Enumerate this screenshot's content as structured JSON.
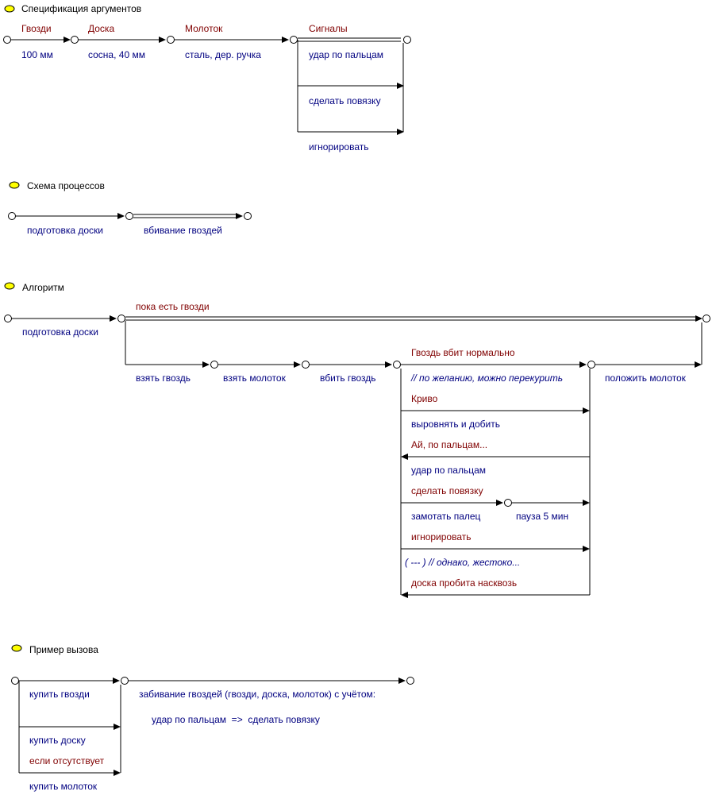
{
  "colors": {
    "heading": "#000000",
    "condition": "#800000",
    "process": "#000080",
    "marker": "#ffff00"
  },
  "spec": {
    "title": "Спецификация аргументов",
    "arg_gvozdi": "Гвозди",
    "arg_doska": "Доска",
    "arg_molotok": "Молоток",
    "arg_signals": "Сигналы",
    "val_gvozdi": "100 мм",
    "val_doska": "сосна, 40 мм",
    "val_molotok": "сталь, дер. ручка",
    "sig1": "удар по пальцам",
    "sig2": "сделать повязку",
    "sig3": "игнорировать"
  },
  "scheme": {
    "title": "Схема процессов",
    "step1": "подготовка доски",
    "step2": "вбивание гвоздей"
  },
  "algo": {
    "title": "Алгоритм",
    "prep": "подготовка доски",
    "loop": "пока есть гвозди",
    "take_nail": "взять гвоздь",
    "take_hammer": "взять молоток",
    "hit_nail": "вбить гвоздь",
    "cond_normal": "Гвоздь вбит нормально",
    "comment_smoke": "// по желанию, можно перекурить",
    "cond_crooked": "Криво",
    "straighten": "выровнять и добить",
    "cond_ouch": "Ай, по пальцам...",
    "finger_hit": "удар по пальцам",
    "cond_bandage": "сделать повязку",
    "wrap_finger": "замотать палец",
    "pause": "пауза 5 мин",
    "cond_ignore": "игнорировать",
    "comment_cruel": "( --- ) // однако, жестоко...",
    "board_through": "доска пробита насквозь",
    "put_hammer": "положить молоток"
  },
  "example": {
    "title": "Пример вызова",
    "buy_nails": "купить гвозди",
    "buy_board": "купить доску",
    "if_missing": "если отсутствует",
    "buy_hammer": "купить молоток",
    "call": "забивание гвоздей (гвозди, доска, молоток) с учётом:",
    "mapping": "удар по пальцам  =>  сделать повязку"
  }
}
